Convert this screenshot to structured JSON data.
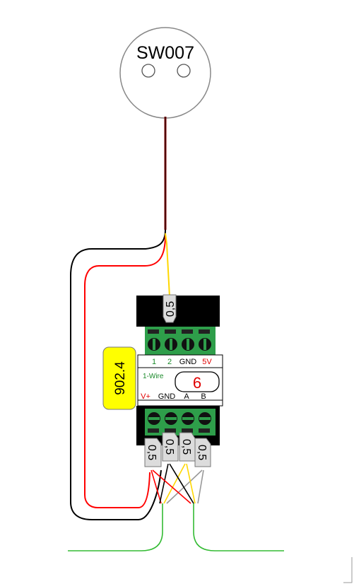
{
  "sensor": {
    "label": "SW007"
  },
  "module": {
    "top_labels": {
      "pin1": "1",
      "pin2": "2",
      "gnd": "GND",
      "v5": "5V"
    },
    "bus_label": "1-Wire",
    "address": "6",
    "bottom_labels": {
      "vplus": "V+",
      "gnd": "GND",
      "a": "A",
      "b": "B"
    }
  },
  "tag": {
    "label": "902.4"
  },
  "wire_gauges": {
    "top": "0,5",
    "bottom": [
      "0,5",
      "0,5",
      "0,5",
      "0,5"
    ]
  },
  "colors": {
    "module_body": "#000000",
    "terminal_green": "#2e9e4a",
    "tag_fill": "#ffff00",
    "wire_red": "#ff0000",
    "wire_dark_red": "#8b0000",
    "wire_yellow": "#ffd700",
    "wire_green": "#33bb33",
    "label_green": "#1a8a2a",
    "label_red": "#e00000"
  }
}
